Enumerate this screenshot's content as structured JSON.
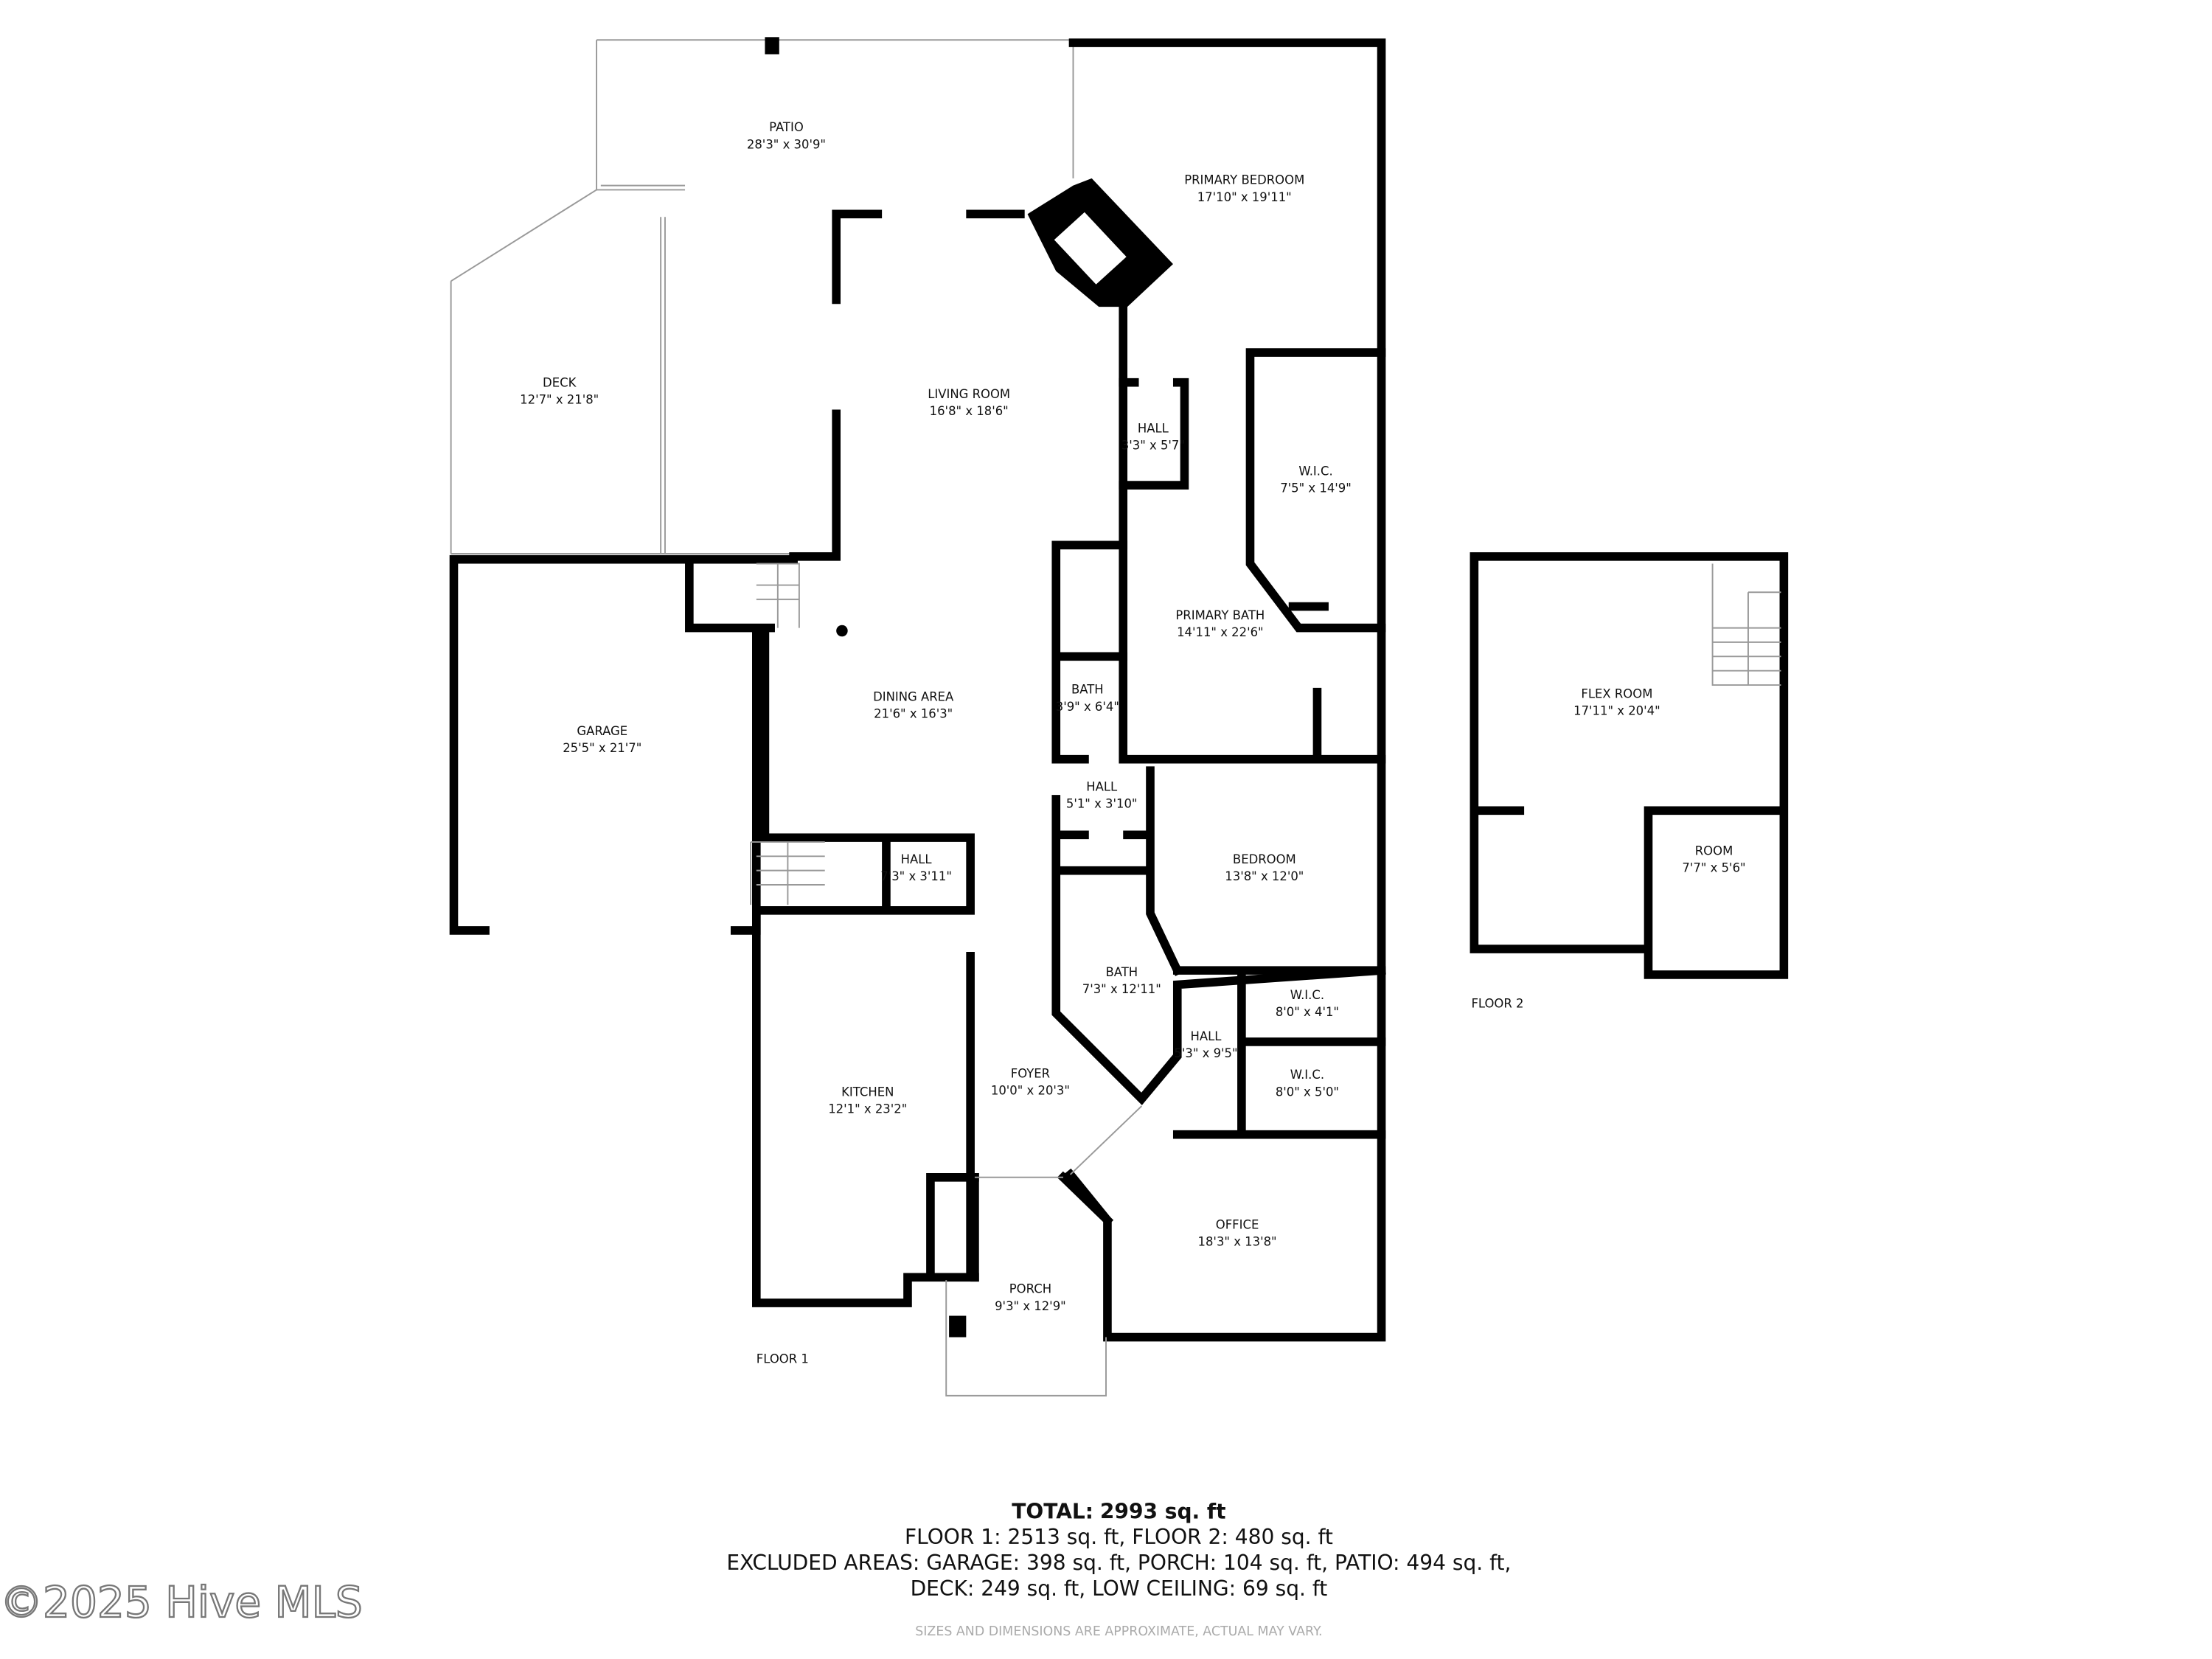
{
  "floor1": {
    "label": "FLOOR 1",
    "rooms": [
      {
        "name": "PATIO",
        "dim": "28'3\" x 30'9\""
      },
      {
        "name": "PRIMARY BEDROOM",
        "dim": "17'10\" x 19'11\""
      },
      {
        "name": "DECK",
        "dim": "12'7\" x 21'8\""
      },
      {
        "name": "LIVING ROOM",
        "dim": "16'8\" x 18'6\""
      },
      {
        "name": "HALL",
        "dim": "3'3\" x 5'7\""
      },
      {
        "name": "W.I.C.",
        "dim": "7'5\" x 14'9\""
      },
      {
        "name": "PRIMARY BATH",
        "dim": "14'11\" x 22'6\""
      },
      {
        "name": "BATH",
        "dim": "3'9\" x 6'4\""
      },
      {
        "name": "GARAGE",
        "dim": "25'5\" x 21'7\""
      },
      {
        "name": "DINING AREA",
        "dim": "21'6\" x 16'3\""
      },
      {
        "name": "HALL",
        "dim": "5'1\" x 3'10\""
      },
      {
        "name": "BEDROOM",
        "dim": "13'8\" x 12'0\""
      },
      {
        "name": "HALL",
        "dim": "7'3\" x 3'11\""
      },
      {
        "name": "BATH",
        "dim": "7'3\" x 12'11\""
      },
      {
        "name": "W.I.C.",
        "dim": "8'0\" x 4'1\""
      },
      {
        "name": "HALL",
        "dim": "5'3\" x 9'5\""
      },
      {
        "name": "W.I.C.",
        "dim": "8'0\" x 5'0\""
      },
      {
        "name": "KITCHEN",
        "dim": "12'1\" x 23'2\""
      },
      {
        "name": "FOYER",
        "dim": "10'0\" x 20'3\""
      },
      {
        "name": "OFFICE",
        "dim": "18'3\" x 13'8\""
      },
      {
        "name": "PORCH",
        "dim": "9'3\" x 12'9\""
      }
    ]
  },
  "floor2": {
    "label": "FLOOR 2",
    "rooms": [
      {
        "name": "FLEX ROOM",
        "dim": "17'11\" x 20'4\""
      },
      {
        "name": "ROOM",
        "dim": "7'7\" x 5'6\""
      }
    ]
  },
  "summary": {
    "total_label": "TOTAL:",
    "total_value": "2993 sq. ft",
    "line2": "FLOOR 1: 2513 sq. ft, FLOOR 2: 480 sq. ft",
    "line3": "EXCLUDED AREAS: GARAGE: 398 sq. ft, PORCH: 104 sq. ft, PATIO: 494 sq. ft,",
    "line4": "DECK: 249 sq. ft, LOW CEILING: 69 sq. ft",
    "disclaimer": "SIZES AND DIMENSIONS ARE APPROXIMATE, ACTUAL MAY VARY."
  },
  "watermark": "©2025 Hive MLS"
}
